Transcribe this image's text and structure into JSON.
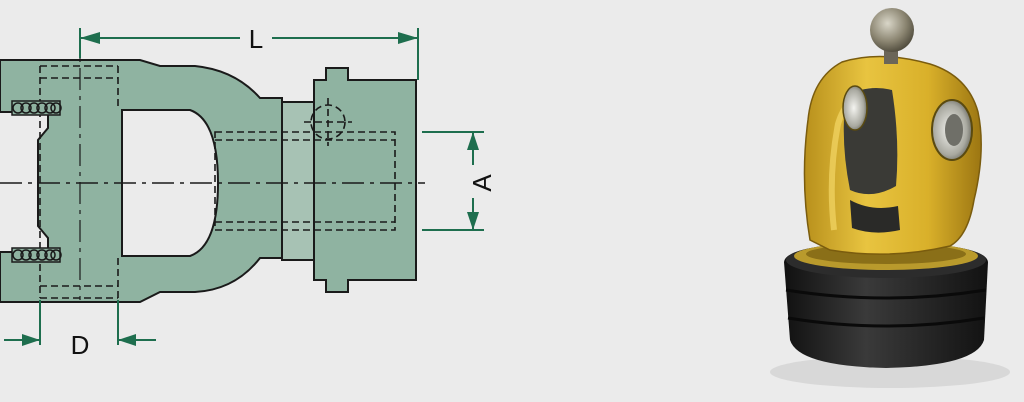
{
  "labels": {
    "length": "L",
    "bore": "A",
    "pin_diameter": "D"
  },
  "colors": {
    "background": "#ebebeb",
    "part_fill": "#8fb3a1",
    "part_stroke": "#1a1a1a",
    "dimension": "#1e6e4e",
    "yoke_yellow": "#e3bc35",
    "seal_black": "#262626"
  }
}
